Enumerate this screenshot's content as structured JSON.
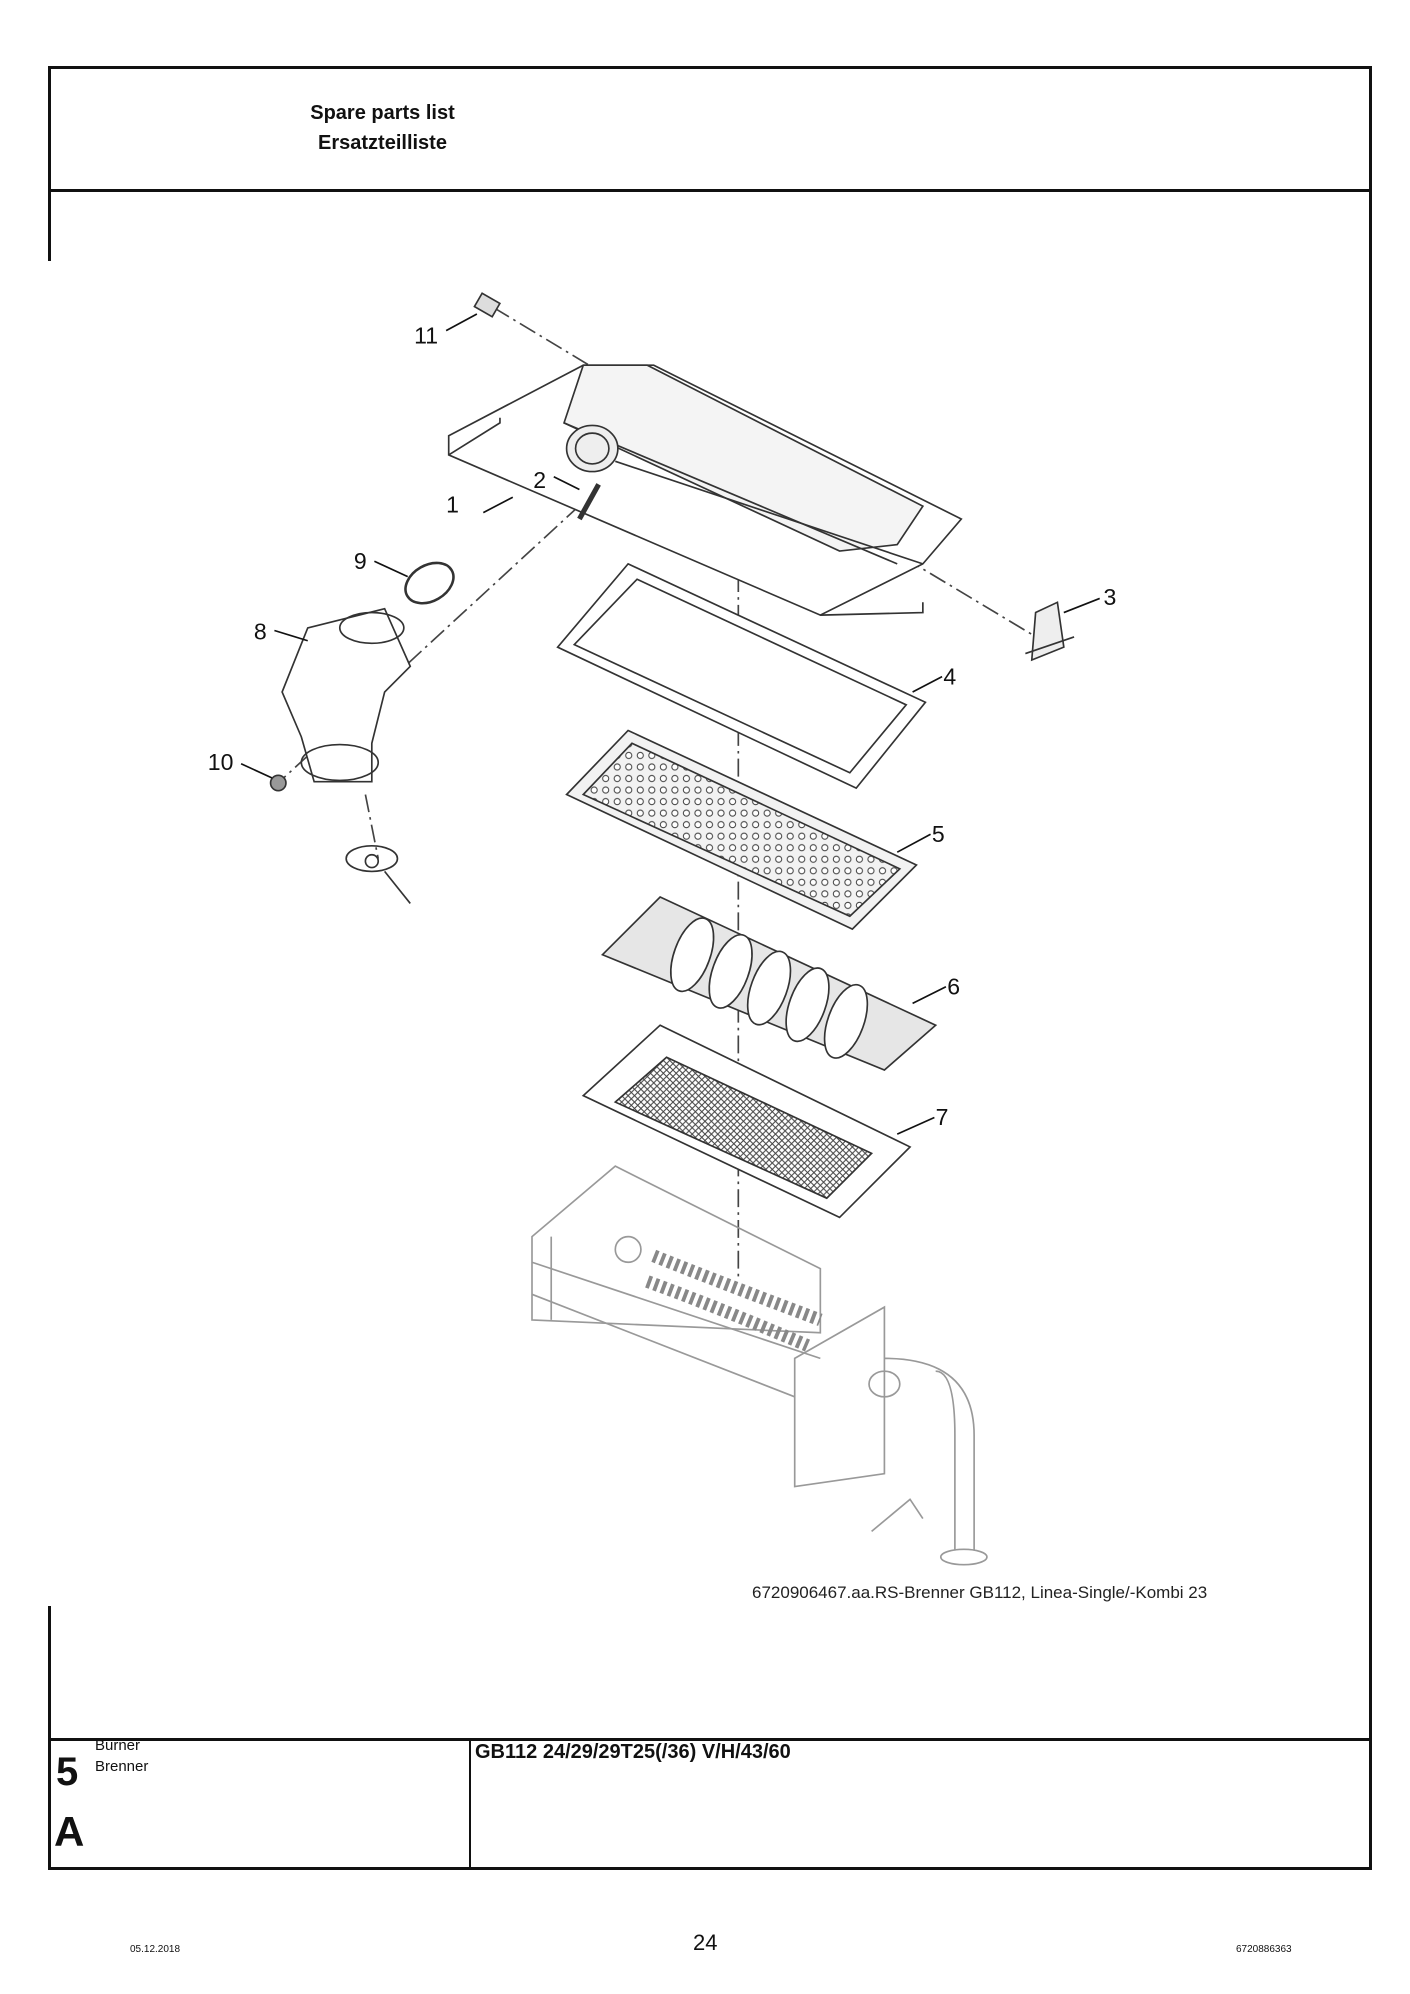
{
  "header": {
    "title_en": "Spare parts list",
    "title_de": "Ersatzteilliste"
  },
  "drawing": {
    "callouts": [
      "1",
      "2",
      "3",
      "4",
      "5",
      "6",
      "7",
      "8",
      "9",
      "10",
      "11"
    ],
    "caption": "6720906467.aa.RS-Brenner GB112, Linea-Single/-Kombi 23"
  },
  "footer_block": {
    "section_number": "5",
    "section_letter": "A",
    "name_en": "Burner",
    "name_de": "Brenner",
    "model": "GB112 24/29/29T25(/36) V/H/43/60"
  },
  "page": {
    "date": "05.12.2018",
    "number": "24",
    "doc_id": "6720886363"
  }
}
